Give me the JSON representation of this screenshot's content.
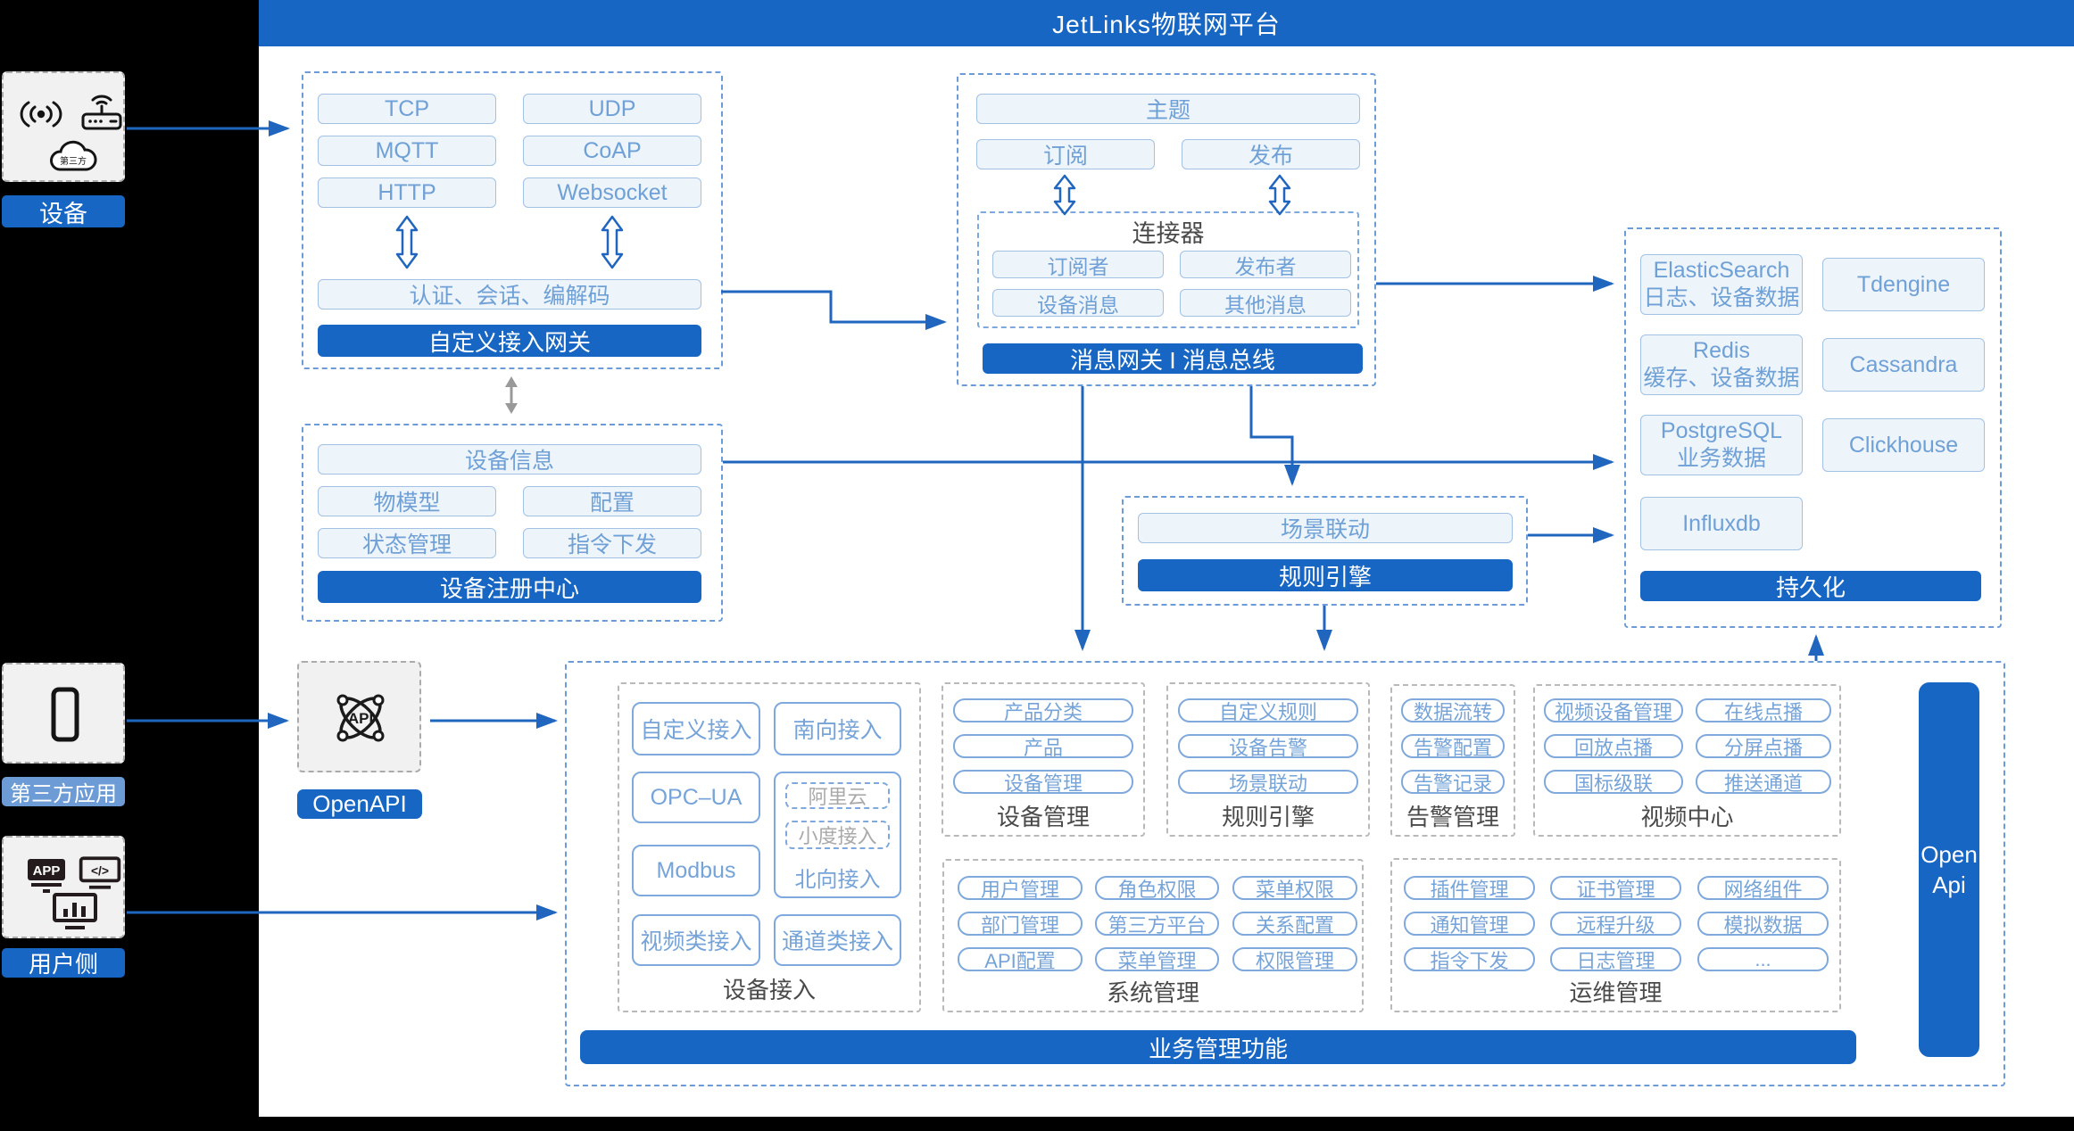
{
  "header": {
    "title": "JetLinks物联网平台"
  },
  "sidebar": {
    "device_label": "设备",
    "third_party_label": "第三方应用",
    "user_label": "用户侧",
    "cloud_icon_text": "第三方",
    "app_icon_text": "APP",
    "code_icon_text": "</>"
  },
  "access_gateway": {
    "protocols": [
      "TCP",
      "UDP",
      "MQTT",
      "CoAP",
      "HTTP",
      "Websocket"
    ],
    "session_box": "认证、会话、编解码",
    "title": "自定义接入网关"
  },
  "device_registry": {
    "rows": [
      "设备信息",
      "物模型",
      "配置",
      "状态管理",
      "指令下发"
    ],
    "title": "设备注册中心"
  },
  "message_gateway": {
    "topic": "主题",
    "subscribe": "订阅",
    "publish": "发布",
    "connector_title": "连接器",
    "connector_items": [
      "订阅者",
      "发布者",
      "设备消息",
      "其他消息"
    ],
    "title": "消息网关 I 消息总线"
  },
  "persistence": {
    "stores": [
      {
        "name": "ElasticSearch",
        "desc": "日志、设备数据"
      },
      {
        "name": "Tdengine",
        "desc": ""
      },
      {
        "name": "Redis",
        "desc": "缓存、设备数据"
      },
      {
        "name": "Cassandra",
        "desc": ""
      },
      {
        "name": "PostgreSQL",
        "desc": "业务数据"
      },
      {
        "name": "Clickhouse",
        "desc": ""
      },
      {
        "name": "Influxdb",
        "desc": ""
      }
    ],
    "title": "持久化"
  },
  "rule_engine_box": {
    "scene": "场景联动",
    "title": "规则引擎"
  },
  "openapi": {
    "icon_text": "API",
    "label": "OpenAPI"
  },
  "business": {
    "device_access": {
      "label": "设备接入",
      "items": [
        "自定义接入",
        "南向接入",
        "OPC–UA",
        "Modbus",
        "视频类接入",
        "通道类接入"
      ],
      "north": {
        "label": "北向接入",
        "sub": [
          "阿里云",
          "小度接入"
        ]
      }
    },
    "device_mgmt": {
      "label": "设备管理",
      "items": [
        "产品分类",
        "产品",
        "设备管理"
      ]
    },
    "rule_engine": {
      "label": "规则引擎",
      "items": [
        "自定义规则",
        "设备告警",
        "场景联动"
      ]
    },
    "alarm_mgmt": {
      "label": "告警管理",
      "items": [
        "数据流转",
        "告警配置",
        "告警记录"
      ]
    },
    "video_center": {
      "label": "视频中心",
      "items": [
        "视频设备管理",
        "在线点播",
        "回放点播",
        "分屏点播",
        "国标级联",
        "推送通道"
      ]
    },
    "system_mgmt": {
      "label": "系统管理",
      "items": [
        "用户管理",
        "角色权限",
        "菜单权限",
        "部门管理",
        "第三方平台",
        "关系配置",
        "API配置",
        "菜单管理",
        "权限管理"
      ]
    },
    "ops_mgmt": {
      "label": "运维管理",
      "items": [
        "插件管理",
        "证书管理",
        "网络组件",
        "通知管理",
        "远程升级",
        "模拟数据",
        "指令下发",
        "日志管理",
        "..."
      ]
    },
    "bottom_bar": "业务管理功能",
    "open_api_line1": "Open",
    "open_api_line2": "Api"
  },
  "colors": {
    "primary_blue": "#1766C3",
    "light_blue_text": "#76A3D8",
    "third_party_pill": "#6D9BD5"
  }
}
